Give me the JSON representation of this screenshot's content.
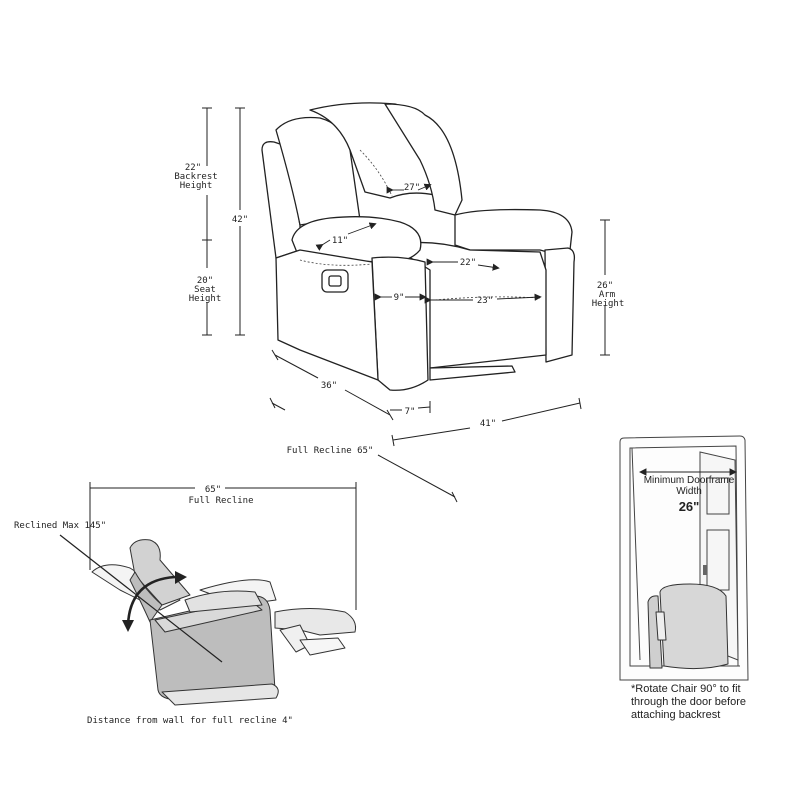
{
  "top": {
    "backrest_value": "22\"",
    "backrest_line1": "Backrest",
    "backrest_line2": "Height",
    "seat_value": "20\"",
    "seat_line1": "Seat",
    "seat_line2": "Height",
    "total_height": "42\"",
    "arm_value": "26\"",
    "arm_line1": "Arm",
    "arm_line2": "Height",
    "back_width": "27\"",
    "arm_width": "11\"",
    "seat_width": "22\"",
    "arm_front": "9\"",
    "seat_depth": "23\"",
    "depth": "36\"",
    "footrest": "7\"",
    "width": "41\"",
    "full_recline": "Full Recline 65\""
  },
  "recline": {
    "length_value": "65\"",
    "length_label": "Full Recline",
    "angle_label": "Reclined Max 145\"",
    "wall_note": "Distance from wall for full recline 4\""
  },
  "door": {
    "title_line1": "Minimum Doorframe",
    "title_line2": "Width",
    "width_value": "26\"",
    "note_line1": "*Rotate Chair 90° to fit",
    "note_line2": "through the door before",
    "note_line3": "attaching backrest"
  }
}
